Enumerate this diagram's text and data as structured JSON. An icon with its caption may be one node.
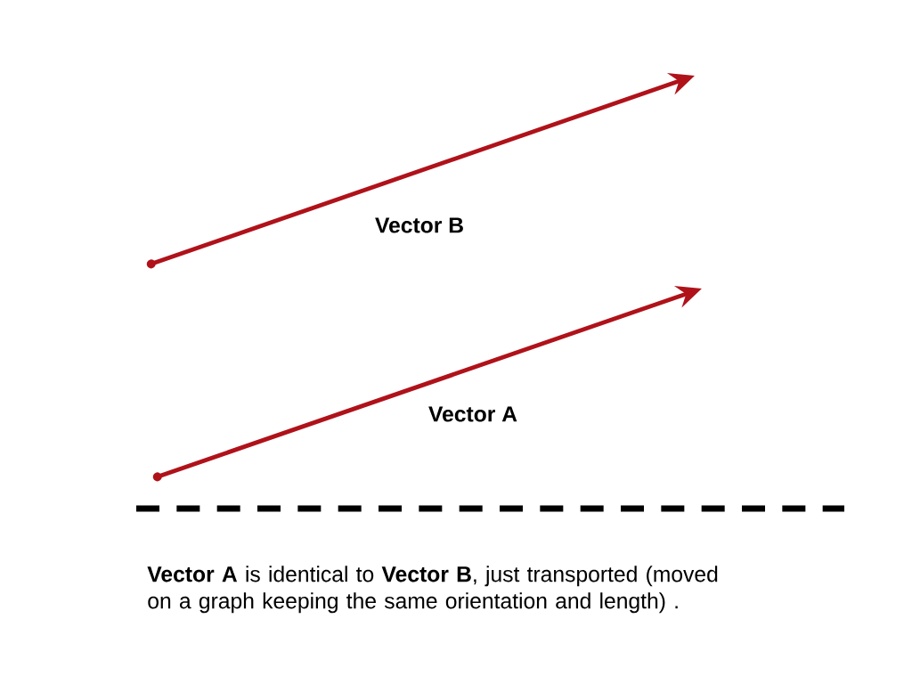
{
  "diagram": {
    "caption": "**Vector A** is identical to **Vector B**, just transported (moved on a graph keeping the same orientation and length) .",
    "labels": [
      "Vector B",
      "Vector A"
    ]
  }
}
